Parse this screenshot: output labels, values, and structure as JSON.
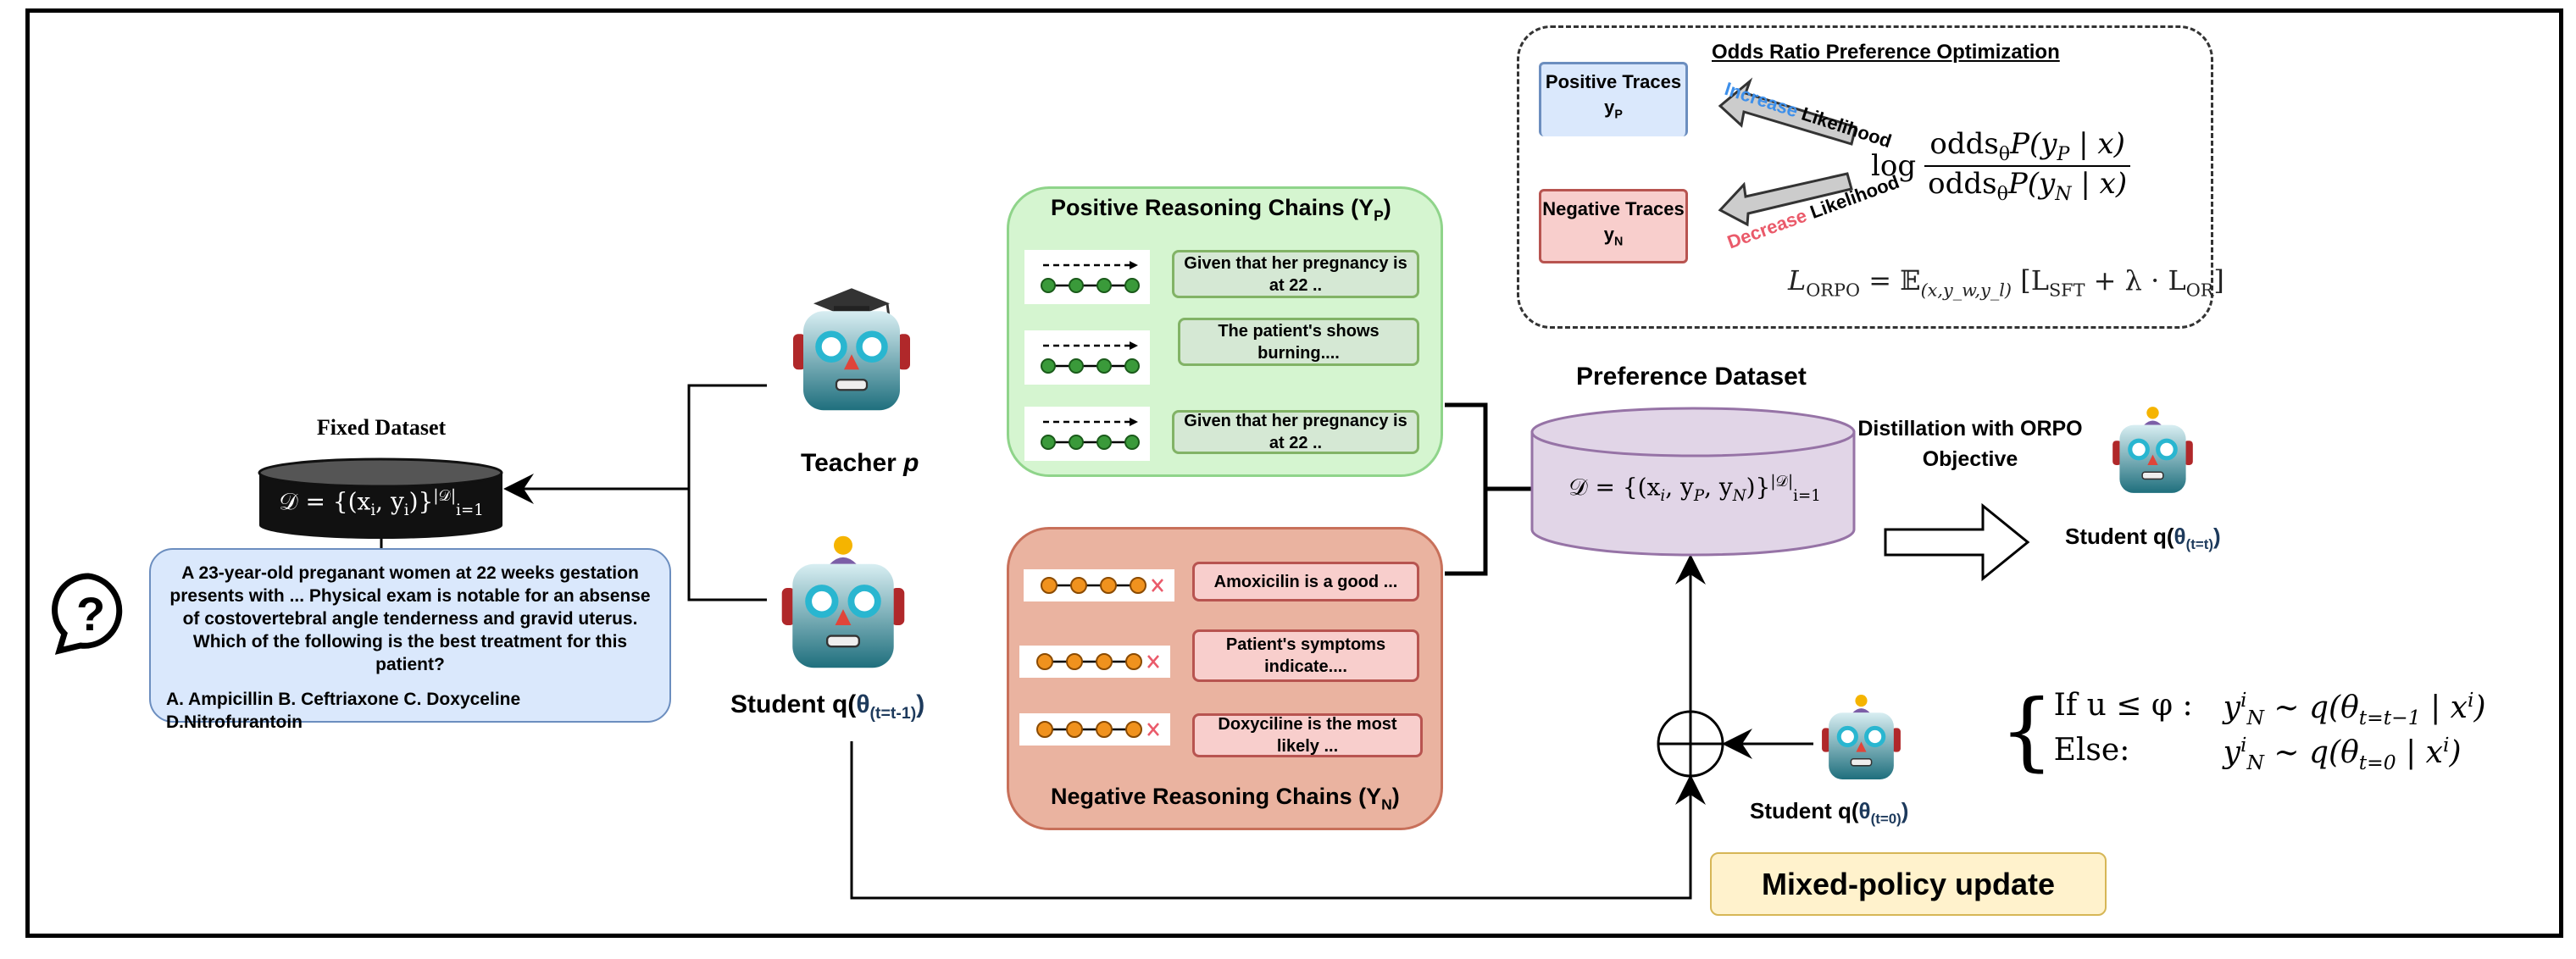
{
  "orpo": {
    "title": "Odds Ratio Preference Optimization",
    "positive_traces": "Positive Traces",
    "positive_symbol": "y",
    "positive_sub": "P",
    "negative_traces": "Negative Traces",
    "negative_symbol": "y",
    "negative_sub": "N",
    "increase": "Increase",
    "decrease": "Decrease",
    "likelihood": "Likelihood",
    "log": "log",
    "odds": "odds",
    "theta": "θ",
    "num_expr": "P(y",
    "num_sub": "P",
    "den_sub": "N",
    "given_x": " | x)",
    "loss_lhs": "L",
    "loss_lhs_sub": "ORPO",
    "loss_eq": " = 𝔼",
    "loss_eq_sub": "(x,y_w,y_l)",
    "loss_rhs_open": " [L",
    "loss_sft_sub": "SFT",
    "loss_plus": " + λ · L",
    "loss_or_sub": "OR",
    "loss_close": "]"
  },
  "fixed_dataset": {
    "title": "Fixed Dataset",
    "formula": "𝒟 = {(x",
    "formula_i": "i",
    "formula_mid": ", y",
    "formula_end": ")}",
    "sup": "|𝒟|",
    "sub": "i=1"
  },
  "question": {
    "text": "A 23-year-old preganant women at 22 weeks gestation presents with ... Physical exam is notable for an absense of costovertebral angle tenderness and gravid uterus. Which of the following is the best treatment for this patient?",
    "options": "A. Ampicillin B. Ceftriaxone C. Doxyceline D.Nitrofurantoin",
    "icon": "question-bubble-icon"
  },
  "teacher": {
    "label": "Teacher ",
    "symbol": "p"
  },
  "student_prev": {
    "label": "Student q(",
    "theta": "θ",
    "sub": "(t=t-1)",
    "close": ")"
  },
  "student_curr": {
    "label": "Student q(",
    "theta": "θ",
    "sub": "(t=t)",
    "close": ")"
  },
  "student_init": {
    "label": "Student q(",
    "theta": "θ",
    "sub": "(t=0)",
    "close": ")"
  },
  "positive_chains": {
    "title": "Positive Reasoning Chains (Y",
    "title_sub": "P",
    "title_close": ")",
    "items": [
      "Given that her pregnancy is at 22 ..",
      "The patient's shows burning....",
      "Given that her pregnancy is at 22 .."
    ]
  },
  "negative_chains": {
    "title": "Negative Reasoning Chains (Y",
    "title_sub": "N",
    "title_close": ")",
    "items": [
      "Amoxicilin is a good ...",
      "Patient's symptoms indicate....",
      "Doxyciline is the most likely ..."
    ]
  },
  "preference_dataset": {
    "title": "Preference Dataset",
    "formula": "𝒟 = {(x",
    "formula_rest": ", y",
    "p_sub": "P",
    "n_sub": "N",
    "sup": "|𝒟|",
    "sub": "i=1"
  },
  "distillation": {
    "line1": "Distillation with ORPO",
    "line2": "Objective"
  },
  "mixed_policy": {
    "label": "Mixed-policy update",
    "case1_cond": "If u ≤ φ :",
    "case1_expr": "y",
    "case1_dist": " ~ q(θ",
    "case1_sub": "t=t−1",
    "case2_cond": "Else:",
    "case2_sub": "t=0",
    "cond_tail": " | x",
    "sup_i": "i",
    "sub_n": "N"
  },
  "colors": {
    "positive_group": "#d5f5d0",
    "negative_group": "#eab3a0",
    "question_box": "#dae8fc",
    "preference_cylinder": "#e1d5e7",
    "mixed_policy": "#fff2cc",
    "increase": "#3d8fea",
    "decrease": "#ea5a6a"
  }
}
